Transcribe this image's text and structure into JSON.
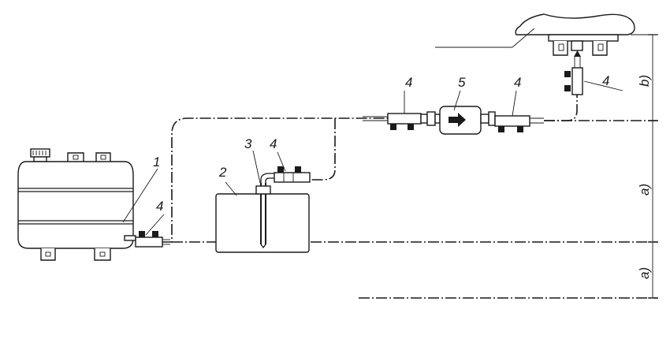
{
  "callouts": {
    "c1": "1",
    "c2": "2",
    "c3": "3",
    "c4_tank": "4",
    "c4_filter_left": "4",
    "c4_filter_right": "4",
    "c4_heater": "4",
    "c4_dropper": "4",
    "c5": "5"
  },
  "dimensions": {
    "b_label": "b)",
    "a_upper_label": "a)",
    "a_lower_label": "a)"
  }
}
